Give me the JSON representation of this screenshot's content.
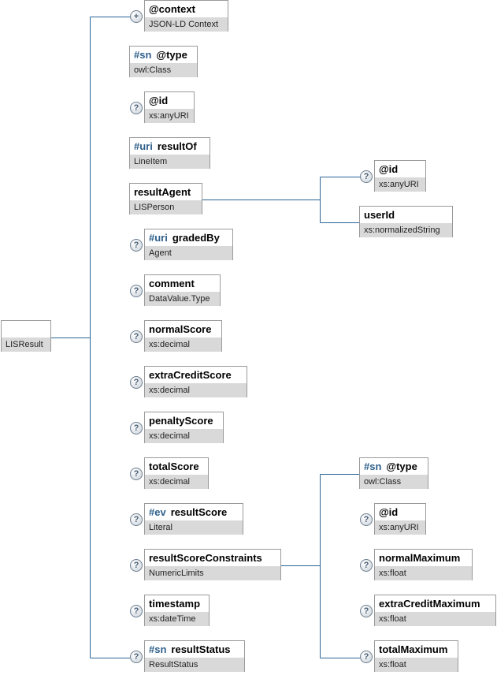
{
  "root": {
    "name": "",
    "type": "LISResult"
  },
  "properties": [
    {
      "prefix": "",
      "name": "@context",
      "type": "JSON-LD Context",
      "badge": "+"
    },
    {
      "prefix": "#sn",
      "name": "@type",
      "type": "owl:Class",
      "badge": ""
    },
    {
      "prefix": "",
      "name": "@id",
      "type": "xs:anyURI",
      "badge": "?"
    },
    {
      "prefix": "#uri",
      "name": "resultOf",
      "type": "LineItem",
      "badge": ""
    },
    {
      "prefix": "",
      "name": "resultAgent",
      "type": "LISPerson",
      "badge": ""
    },
    {
      "prefix": "#uri",
      "name": "gradedBy",
      "type": "Agent",
      "badge": "?"
    },
    {
      "prefix": "",
      "name": "comment",
      "type": "DataValue.Type",
      "badge": "?"
    },
    {
      "prefix": "",
      "name": "normalScore",
      "type": "xs:decimal",
      "badge": "?"
    },
    {
      "prefix": "",
      "name": "extraCreditScore",
      "type": "xs:decimal",
      "badge": "?"
    },
    {
      "prefix": "",
      "name": "penaltyScore",
      "type": "xs:decimal",
      "badge": "?"
    },
    {
      "prefix": "",
      "name": "totalScore",
      "type": "xs:decimal",
      "badge": "?"
    },
    {
      "prefix": "#ev",
      "name": "resultScore",
      "type": "Literal",
      "badge": "?"
    },
    {
      "prefix": "",
      "name": "resultScoreConstraints",
      "type": "NumericLimits",
      "badge": "?"
    },
    {
      "prefix": "",
      "name": "timestamp",
      "type": "xs:dateTime",
      "badge": "?"
    },
    {
      "prefix": "#sn",
      "name": "resultStatus",
      "type": "ResultStatus",
      "badge": "?"
    }
  ],
  "agent_children": [
    {
      "prefix": "",
      "name": "@id",
      "type": "xs:anyURI",
      "badge": "?"
    },
    {
      "prefix": "",
      "name": "userId",
      "type": "xs:normalizedString",
      "badge": ""
    }
  ],
  "constraint_children": [
    {
      "prefix": "#sn",
      "name": "@type",
      "type": "owl:Class",
      "badge": ""
    },
    {
      "prefix": "",
      "name": "@id",
      "type": "xs:anyURI",
      "badge": "?"
    },
    {
      "prefix": "",
      "name": "normalMaximum",
      "type": "xs:float",
      "badge": "?"
    },
    {
      "prefix": "",
      "name": "extraCreditMaximum",
      "type": "xs:float",
      "badge": "?"
    },
    {
      "prefix": "",
      "name": "totalMaximum",
      "type": "xs:float",
      "badge": "?"
    }
  ],
  "colors": {
    "connector": "#2a6496",
    "badge_border": "#6f7f90",
    "type_band": "#d9d9d9"
  }
}
